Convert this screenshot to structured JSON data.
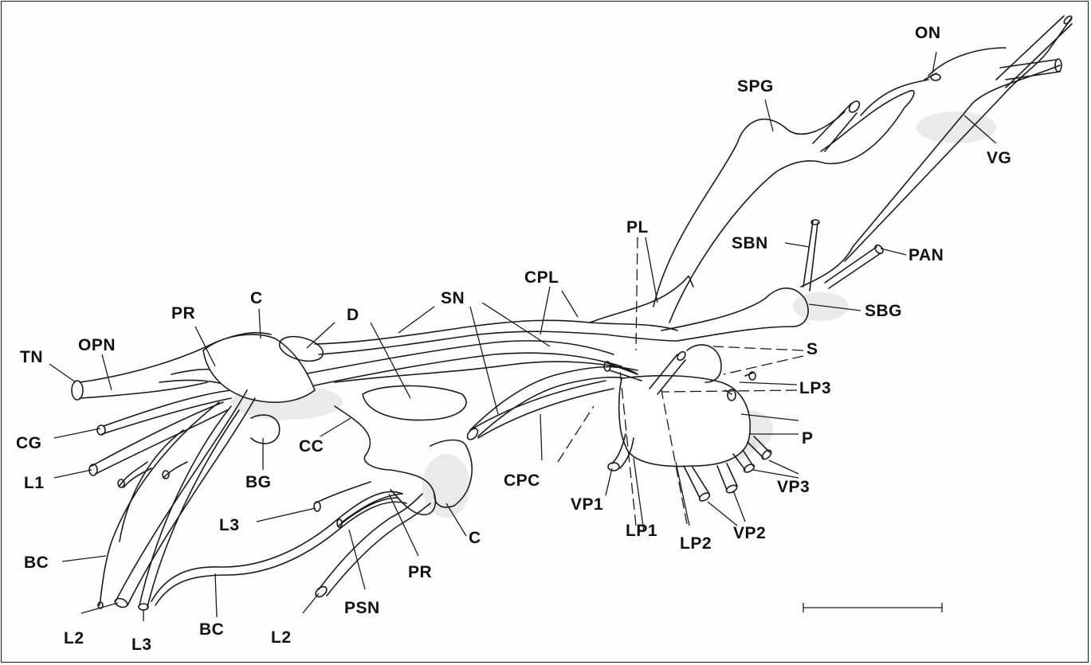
{
  "labels": {
    "ON": "ON",
    "SPG": "SPG",
    "VG": "VG",
    "PL": "PL",
    "SBN": "SBN",
    "PAN": "PAN",
    "CPL": "CPL",
    "SBG": "SBG",
    "C_top": "C",
    "D": "D",
    "SN": "SN",
    "PR_top": "PR",
    "OPN": "OPN",
    "TN": "TN",
    "S": "S",
    "LP3": "LP3",
    "P": "P",
    "VP3": "VP3",
    "VP2": "VP2",
    "LP2": "LP2",
    "LP1": "LP1",
    "VP1": "VP1",
    "CPC": "CPC",
    "C_bottom": "C",
    "PR_bottom": "PR",
    "PSN": "PSN",
    "L2_center": "L2",
    "BC_bottom": "BC",
    "L3_bottom": "L3",
    "L2_left": "L2",
    "BC_left": "BC",
    "L3_mid": "L3",
    "BG": "BG",
    "CC": "CC",
    "L1": "L1",
    "CG": "CG"
  },
  "scale_bar": {
    "name": "scale bar"
  }
}
